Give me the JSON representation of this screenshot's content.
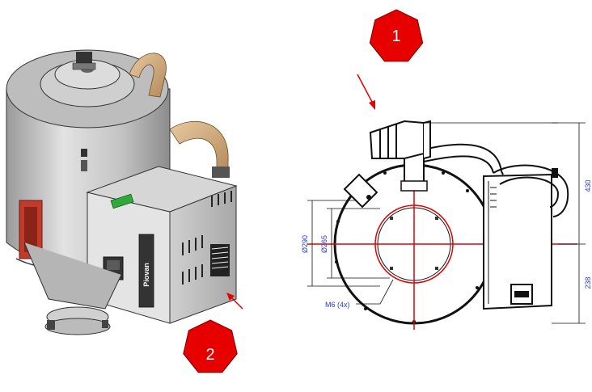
{
  "badges": {
    "one": "1",
    "two": "2"
  },
  "dimensions": {
    "outer_diameter": "Ø290",
    "inner_diameter": "Ø265",
    "height_top": "430",
    "height_bottom": "238",
    "bolts": "M6 (4x)"
  },
  "machine": {
    "brand": "Piovan"
  },
  "colors": {
    "badge": "#e60000",
    "arrow": "#e60000",
    "dimension": "#2b3bd6",
    "centerline": "#e60000",
    "body": "#c8c8c8"
  },
  "icons": {
    "arrow_one": "arrow-down-right",
    "arrow_two": "arrow-up-left"
  }
}
